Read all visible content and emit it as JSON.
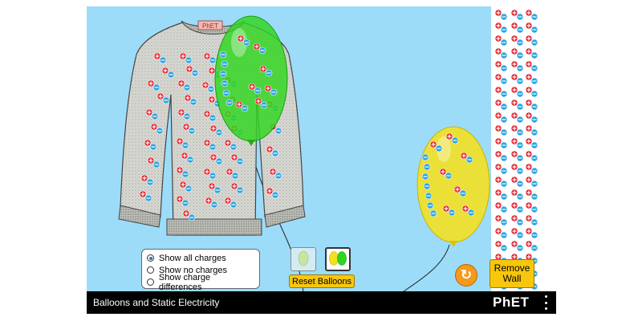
{
  "sim": {
    "title": "Balloons and Static Electricity",
    "logo_text": "PhET",
    "menu_icon": "kebab-menu-icon"
  },
  "sweater": {
    "label": "PhET"
  },
  "charge_options": {
    "items": [
      {
        "label": "Show all charges",
        "selected": true
      },
      {
        "label": "Show no charges",
        "selected": false
      },
      {
        "label": "Show charge differences",
        "selected": false
      }
    ]
  },
  "controls": {
    "reset_balloons_label": "Reset Balloons",
    "remove_wall_label": "Remove Wall",
    "reset_all_icon": "reset-arrow-icon",
    "one_balloon_icon": "single-balloon-icon",
    "two_balloons_icon": "two-balloons-icon"
  },
  "colors": {
    "background": "#9ddcf9",
    "green_balloon": "#2fd61f",
    "yellow_balloon": "#f4e021",
    "button": "#f8c70d",
    "positive_charge": "#e5202a",
    "negative_charge": "#2aa5e0"
  }
}
